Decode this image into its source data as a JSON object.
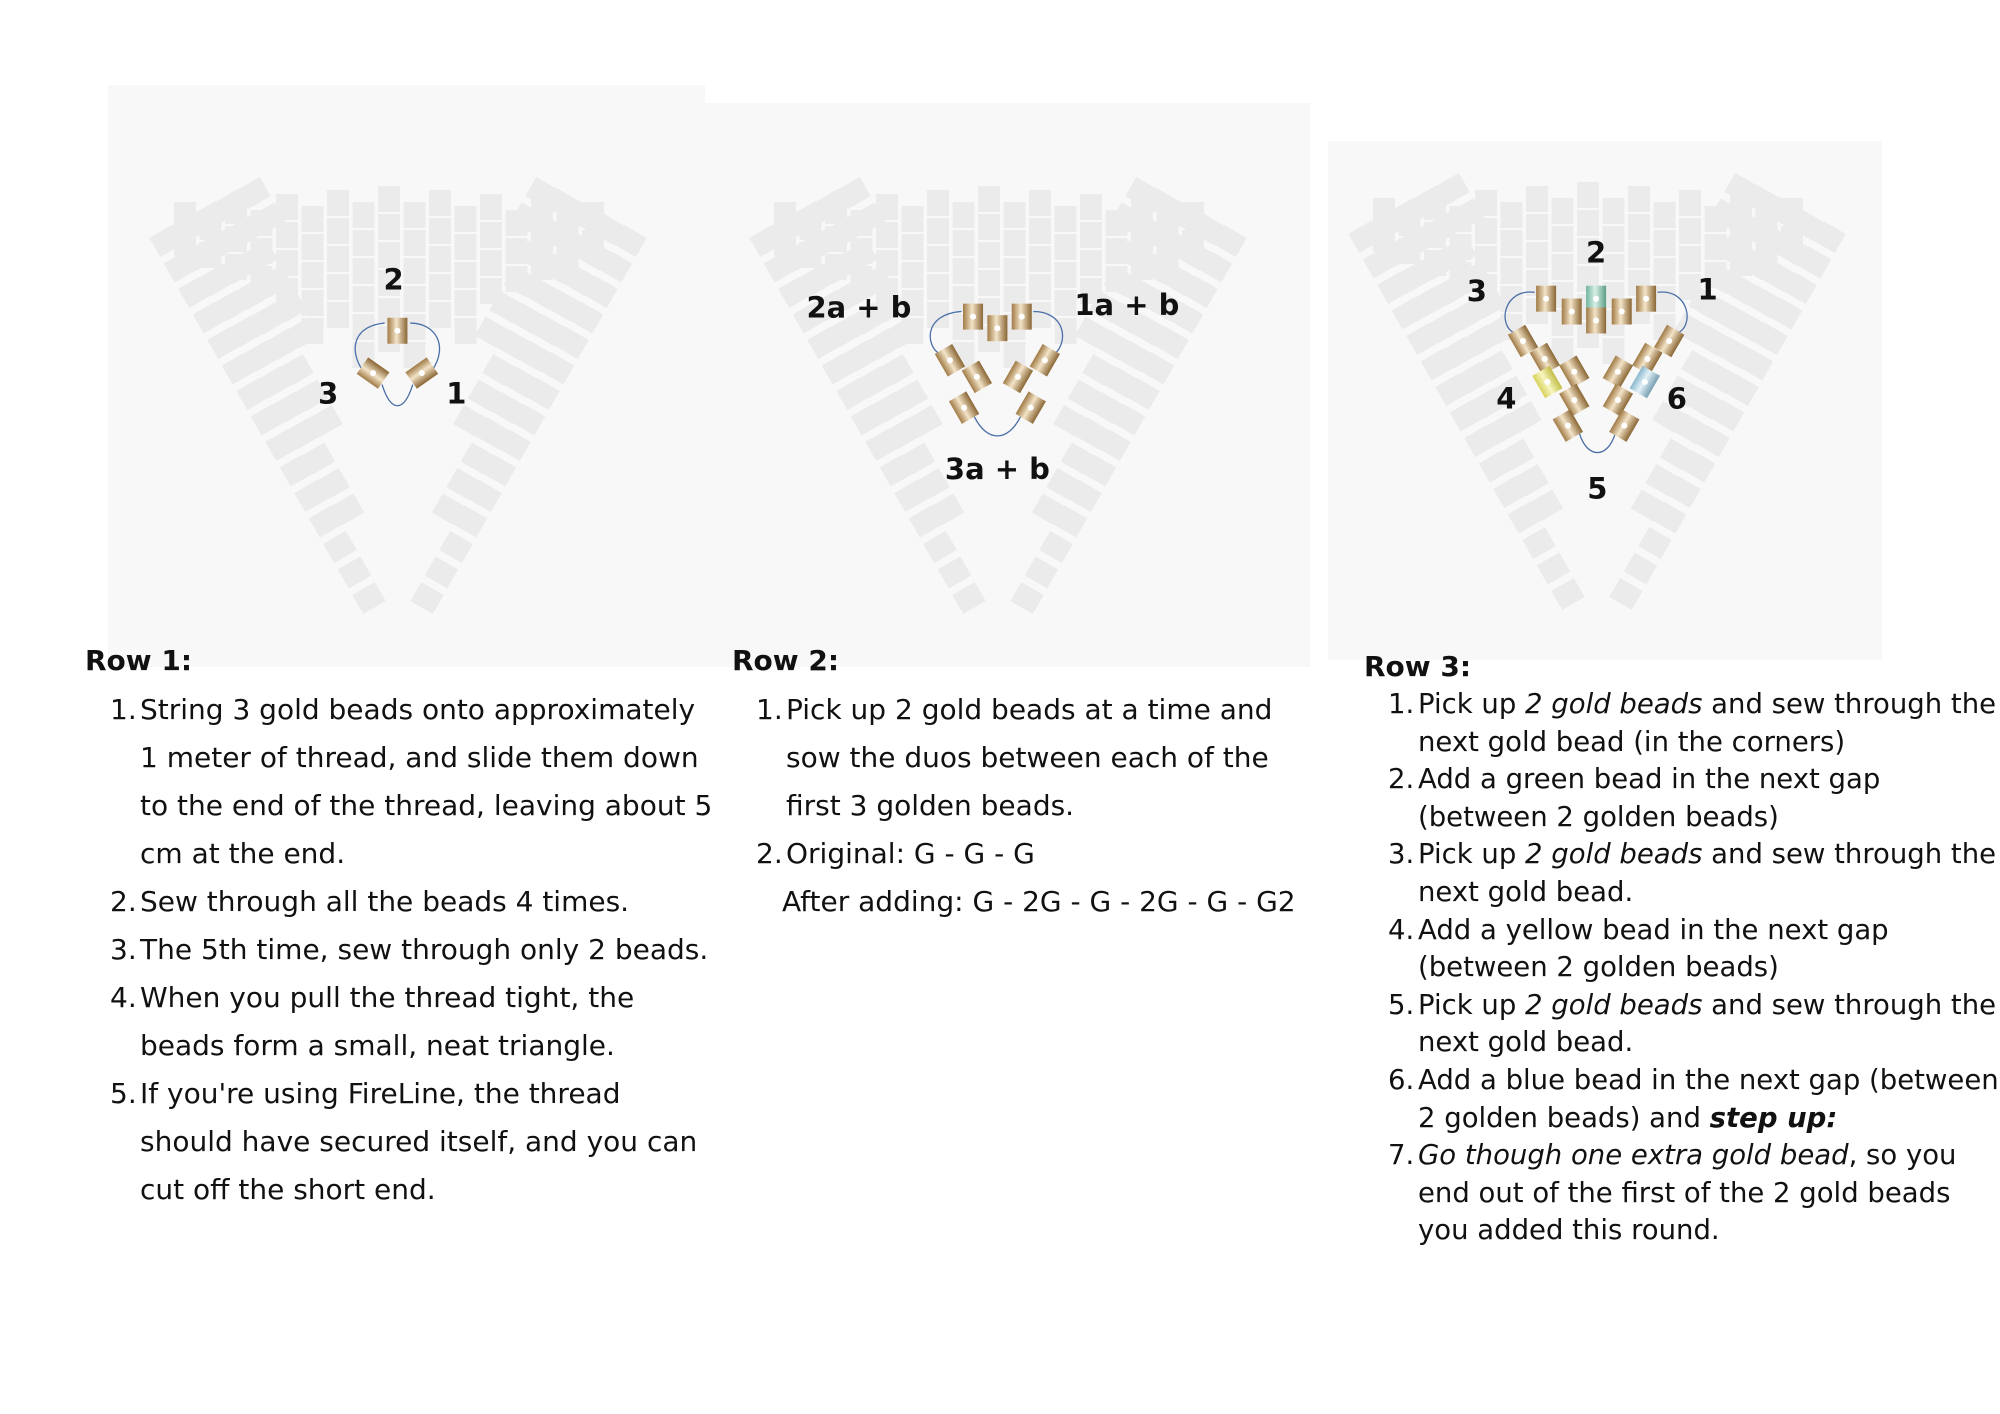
{
  "colors": {
    "gold": "#b8925a",
    "green": "#8fcfb8",
    "yellow": "#e6e27a",
    "blue": "#a9d0e0",
    "thread": "#4a6fa8",
    "ghost_bead": "#ebebeb"
  },
  "diagrams": [
    {
      "labels": [
        "2",
        "3",
        "1"
      ]
    },
    {
      "labels": [
        "2a + b",
        "1a + b",
        "3a + b"
      ]
    },
    {
      "labels": [
        "2",
        "3",
        "1",
        "4",
        "6",
        "5"
      ]
    }
  ],
  "row1": {
    "heading": "Row 1:",
    "items": [
      {
        "num": "1.",
        "parts": [
          {
            "t": "String 3 gold beads onto approximately 1 meter of thread, and slide them down to the end of the thread, leaving about 5 cm at the end.",
            "s": ""
          }
        ]
      },
      {
        "num": "2.",
        "parts": [
          {
            "t": "Sew through all the beads 4 times.",
            "s": ""
          }
        ]
      },
      {
        "num": "3.",
        "parts": [
          {
            "t": "The 5th time, sew through only 2 beads.",
            "s": ""
          }
        ]
      },
      {
        "num": "4.",
        "parts": [
          {
            "t": "When you pull the thread tight, the beads form a small, neat triangle.",
            "s": ""
          }
        ]
      },
      {
        "num": "5.",
        "parts": [
          {
            "t": "If you're using FireLine, the thread should have secured itself, and you can cut off the short end.",
            "s": ""
          }
        ]
      }
    ]
  },
  "row2": {
    "heading": "Row 2:",
    "items": [
      {
        "num": "1.",
        "parts": [
          {
            "t": "Pick up 2 gold beads at a time and sow the duos between each of the first 3 golden beads.",
            "s": ""
          }
        ]
      },
      {
        "num": "2.",
        "parts": [
          {
            "t": "Original: G - G - G",
            "s": ""
          }
        ]
      }
    ],
    "after_line": "After adding: G - 2G - G - 2G - G - G2"
  },
  "row3": {
    "heading": "Row 3:",
    "items": [
      {
        "num": "1.",
        "parts": [
          {
            "t": "Pick up ",
            "s": ""
          },
          {
            "t": "2 gold beads",
            "s": "i"
          },
          {
            "t": " and sew through the next gold bead (in the corners)",
            "s": ""
          }
        ]
      },
      {
        "num": "2.",
        "parts": [
          {
            "t": "Add a green bead in the next gap (between 2 golden beads)",
            "s": ""
          }
        ]
      },
      {
        "num": "3.",
        "parts": [
          {
            "t": "Pick up ",
            "s": ""
          },
          {
            "t": "2 gold beads",
            "s": "i"
          },
          {
            "t": " and sew through the next gold bead.",
            "s": ""
          }
        ]
      },
      {
        "num": "4.",
        "parts": [
          {
            "t": "Add a yellow bead in the next gap (between 2 golden beads)",
            "s": ""
          }
        ]
      },
      {
        "num": "5.",
        "parts": [
          {
            "t": "Pick up ",
            "s": ""
          },
          {
            "t": "2 gold beads",
            "s": "i"
          },
          {
            "t": " and sew through the next gold bead.",
            "s": ""
          }
        ]
      },
      {
        "num": "6.",
        "parts": [
          {
            "t": "Add a blue bead in the next gap (between 2 golden beads) and ",
            "s": ""
          },
          {
            "t": "step up:",
            "s": "bi"
          }
        ]
      },
      {
        "num": "7.",
        "parts": [
          {
            "t": "Go though one extra gold bead",
            "s": "i"
          },
          {
            "t": ", so you end out of the first of the 2 gold beads you added this round.",
            "s": ""
          }
        ]
      }
    ]
  }
}
